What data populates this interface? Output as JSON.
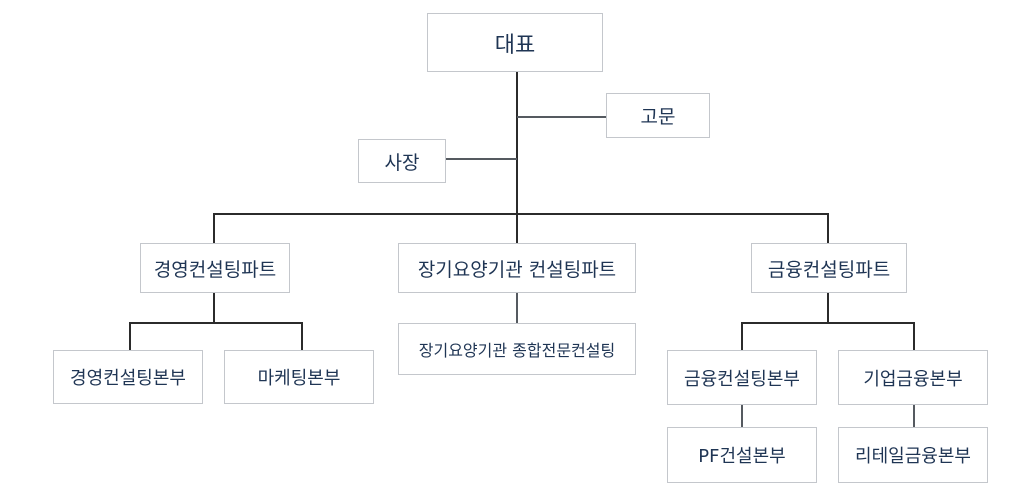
{
  "colors": {
    "box_border": "#c4c7cc",
    "text": "#1f3554",
    "connector": "#2b2b2b"
  },
  "org": {
    "ceo": "대표",
    "advisor": "고문",
    "president": "사장",
    "parts": [
      {
        "name": "경영컨설팅파트",
        "divisions": [
          {
            "name": "경영컨설팅본부"
          },
          {
            "name": "마케팅본부"
          }
        ]
      },
      {
        "name": "장기요양기관 컨설팅파트",
        "divisions": [
          {
            "name": "장기요양기관 종합전문컨설팅"
          }
        ]
      },
      {
        "name": "금융컨설팅파트",
        "divisions": [
          {
            "name": "금융컨설팅본부",
            "sub": "PF건설본부"
          },
          {
            "name": "기업금융본부",
            "sub": "리테일금융본부"
          }
        ]
      }
    ]
  }
}
